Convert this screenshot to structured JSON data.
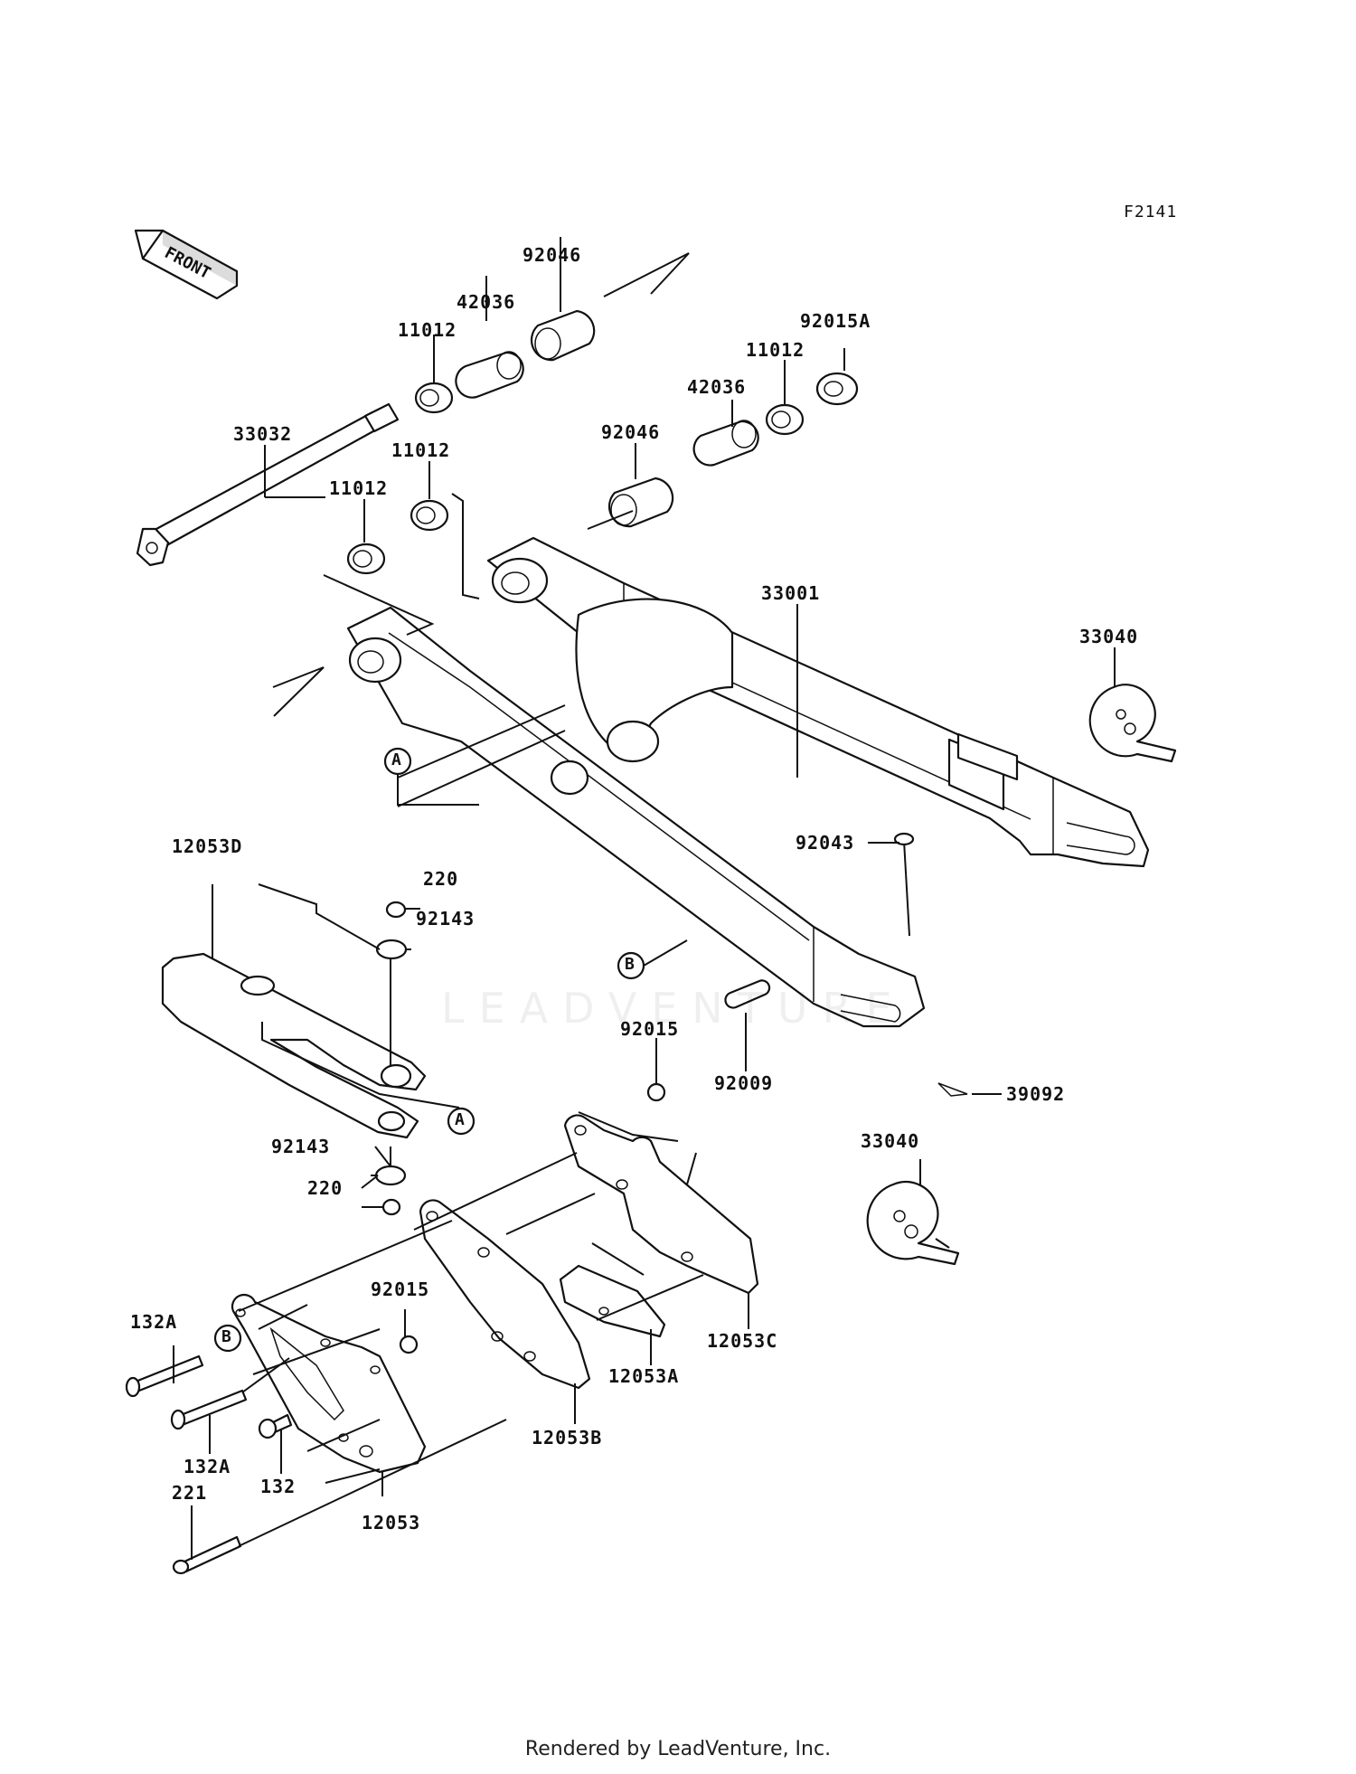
{
  "figure_code": "F2141",
  "front_arrow_label": "FRONT",
  "footer": "Rendered by LeadVenture, Inc.",
  "watermark": "LEADVENTURE",
  "callouts": {
    "c92046_top": "92046",
    "c42036_top": "42036",
    "c11012_top": "11012",
    "c92015A": "92015A",
    "c11012_right": "11012",
    "c42036_right": "42036",
    "c92046_mid": "92046",
    "c33032": "33032",
    "c11012_mid": "11012",
    "c11012_left": "11012",
    "c33001": "33001",
    "c33040_top": "33040",
    "c12053D": "12053D",
    "c220_top": "220",
    "c92143_top": "92143",
    "c92043": "92043",
    "c92015_mid": "92015",
    "c92009": "92009",
    "c39092": "39092",
    "c92143_bot": "92143",
    "c220_bot": "220",
    "c33040_bot": "33040",
    "c92015_low": "92015",
    "c132A_top": "132A",
    "c132A_bot": "132A",
    "c132": "132",
    "c221": "221",
    "c12053": "12053",
    "c12053B": "12053B",
    "c12053A": "12053A",
    "c12053C": "12053C"
  },
  "ref_markers": {
    "A1": "A",
    "A2": "A",
    "B1": "B",
    "B2": "B"
  }
}
